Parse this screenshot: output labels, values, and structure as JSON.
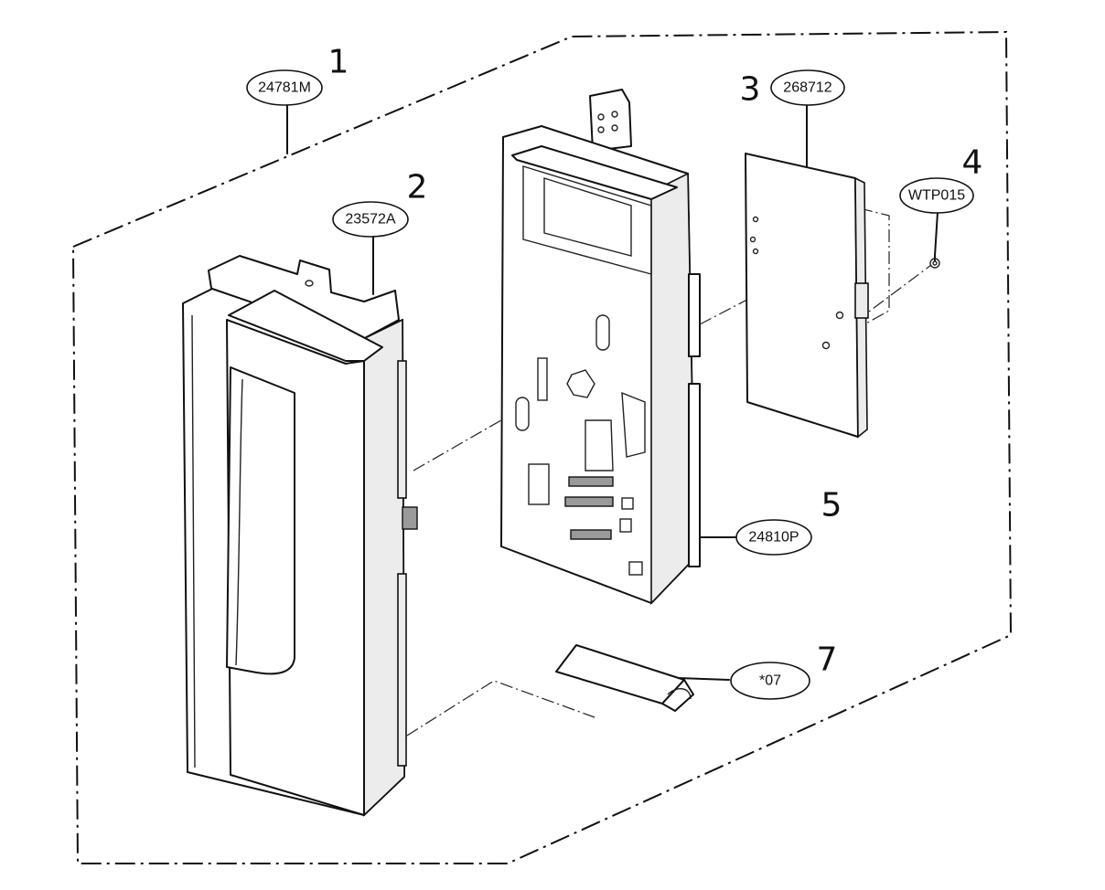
{
  "callouts": [
    {
      "number": "1",
      "code": "24781M"
    },
    {
      "number": "2",
      "code": "23572A"
    },
    {
      "number": "3",
      "code": "268712"
    },
    {
      "number": "4",
      "code": "WTP015"
    },
    {
      "number": "5",
      "code": "24810P"
    },
    {
      "number": "7",
      "code": "*07"
    }
  ]
}
